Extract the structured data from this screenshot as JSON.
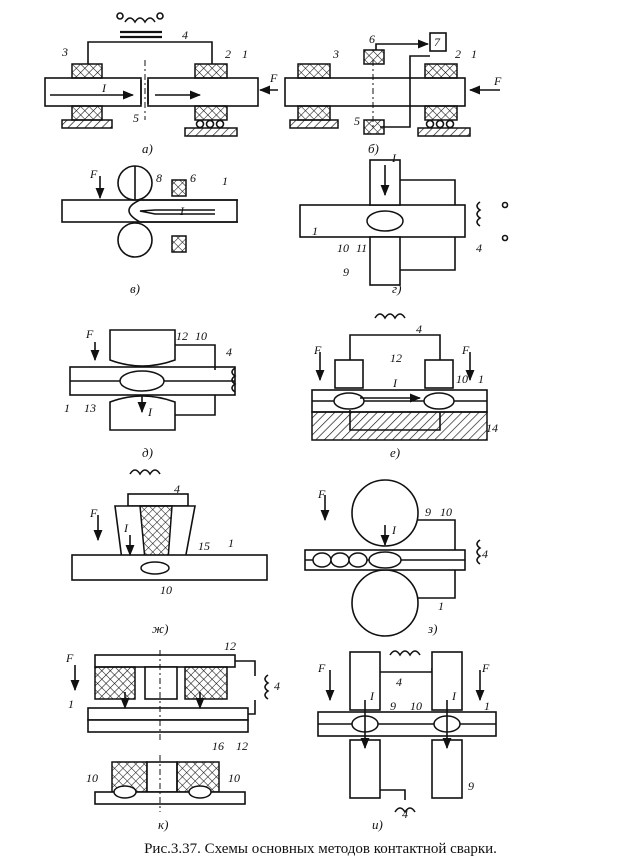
{
  "caption": "Рис.3.37. Схемы основных методов контактной сварки.",
  "panels": [
    {
      "letter": "а)",
      "labels": [
        "4",
        "3",
        "2",
        "1",
        "I",
        "F",
        "5"
      ]
    },
    {
      "letter": "б)",
      "labels": [
        "6",
        "7",
        "3",
        "2",
        "1",
        "F",
        "5"
      ]
    },
    {
      "letter": "в)",
      "labels": [
        "F",
        "8",
        "6",
        "1",
        "I"
      ]
    },
    {
      "letter": "г)",
      "labels": [
        "I",
        "1",
        "10",
        "11",
        "4",
        "9"
      ]
    },
    {
      "letter": "д)",
      "labels": [
        "F",
        "12",
        "10",
        "4",
        "1",
        "13",
        "I"
      ]
    },
    {
      "letter": "е)",
      "labels": [
        "4",
        "F",
        "12",
        "F",
        "I",
        "10",
        "1",
        "14"
      ]
    },
    {
      "letter": "ж)",
      "labels": [
        "4",
        "F",
        "I",
        "15",
        "1",
        "10"
      ]
    },
    {
      "letter": "з)",
      "labels": [
        "F",
        "9",
        "10",
        "I",
        "4",
        "1"
      ]
    },
    {
      "letter": "к)",
      "labels": [
        "12",
        "F",
        "1",
        "4",
        "16",
        "12",
        "10",
        "10"
      ]
    },
    {
      "letter": "и)",
      "labels": [
        "4",
        "F",
        "F",
        "I",
        "9",
        "10",
        "I",
        "1",
        "9",
        "4"
      ]
    }
  ]
}
